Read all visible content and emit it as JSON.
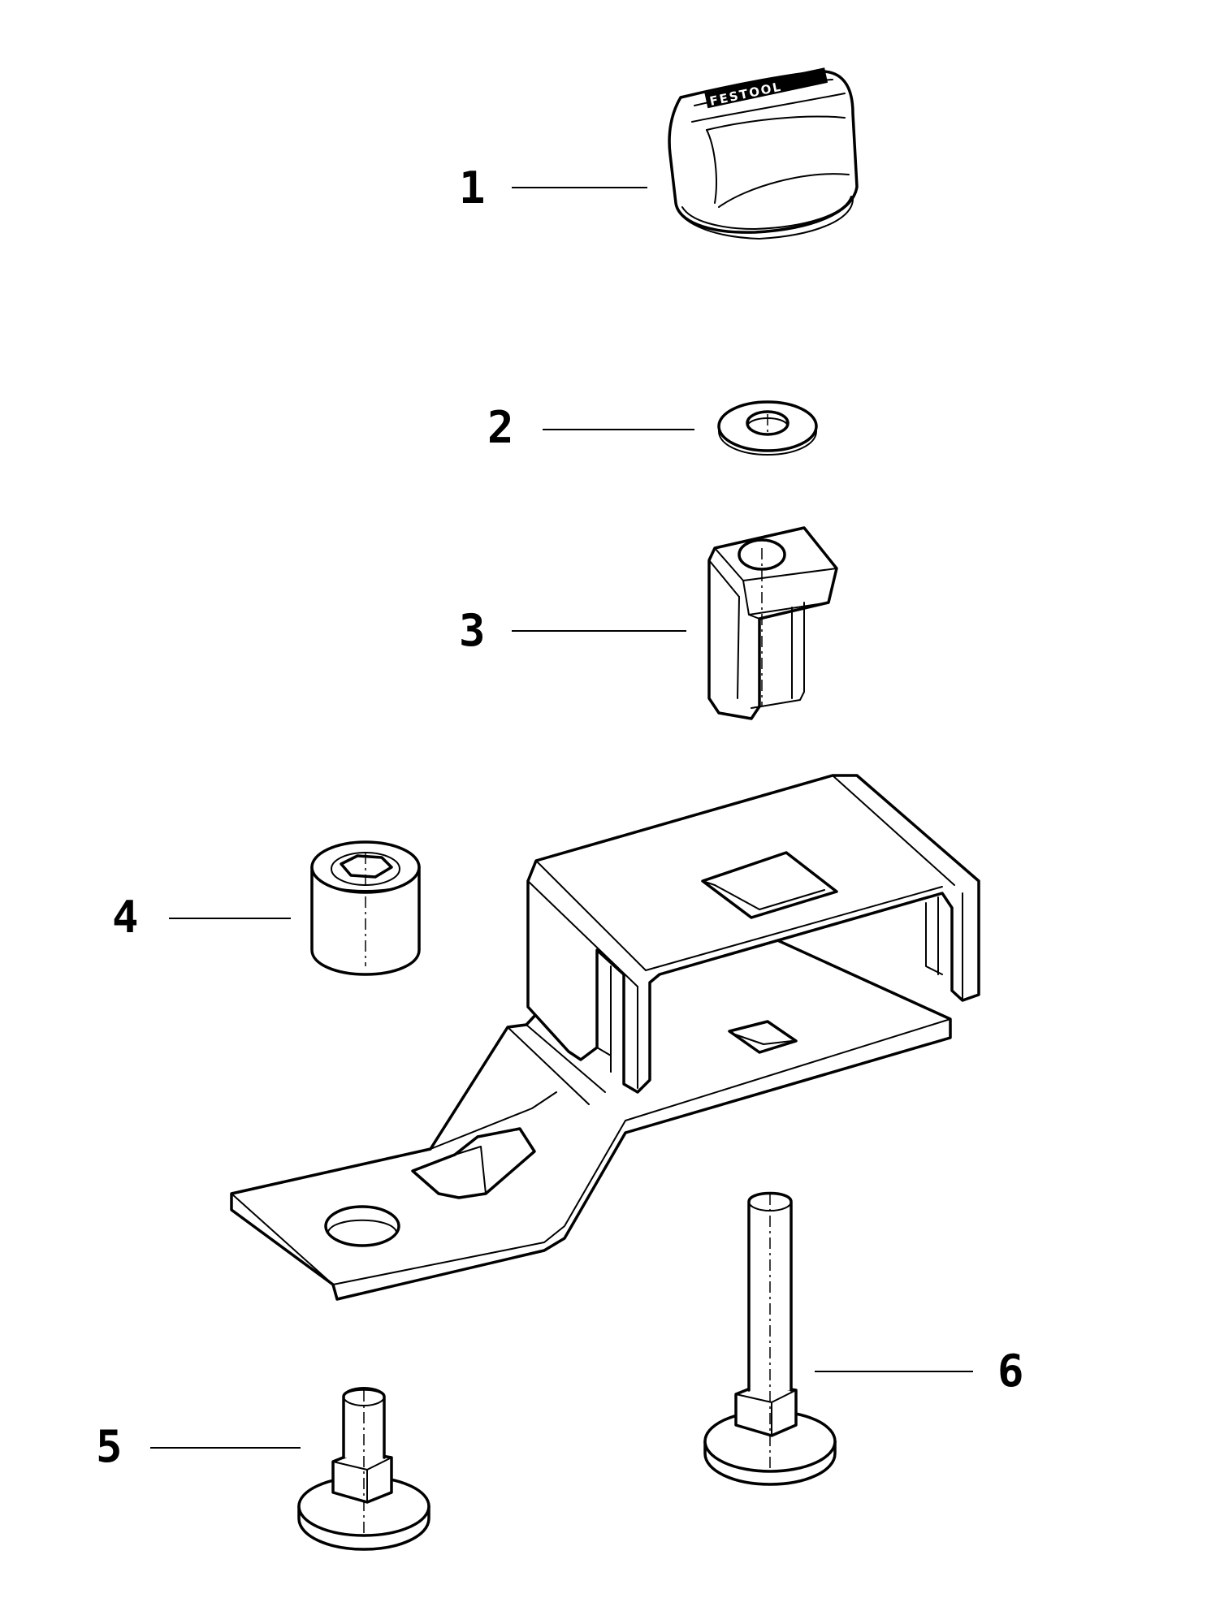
{
  "callouts": [
    {
      "id": "1",
      "label": "1"
    },
    {
      "id": "2",
      "label": "2"
    },
    {
      "id": "3",
      "label": "3"
    },
    {
      "id": "4",
      "label": "4"
    },
    {
      "id": "5",
      "label": "5"
    },
    {
      "id": "6",
      "label": "6"
    }
  ],
  "knob_logo": "FESTOOL",
  "colors": {
    "line": "#000000",
    "background": "#ffffff"
  }
}
